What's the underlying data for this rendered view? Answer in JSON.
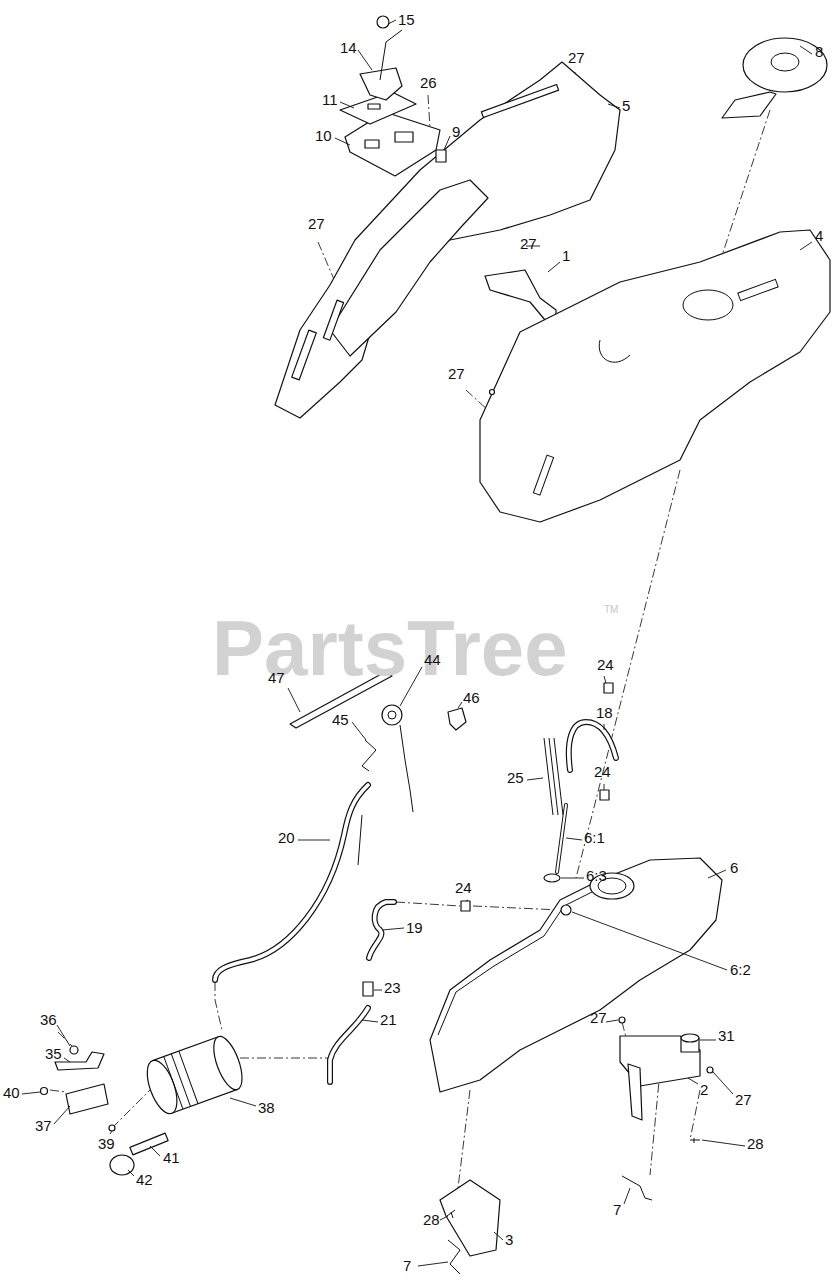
{
  "diagram": {
    "labels": [
      "15",
      "8",
      "14",
      "27",
      "26",
      "11",
      "5",
      "10",
      "9",
      "4",
      "27",
      "1",
      "27",
      "27",
      "PartsTree",
      "TM",
      "24",
      "47",
      "44",
      "46",
      "45",
      "18",
      "24",
      "25",
      "20",
      "6:1",
      "6:3",
      "6",
      "19",
      "24",
      "6:2",
      "23",
      "21",
      "36",
      "35",
      "40",
      "38",
      "37",
      "39",
      "41",
      "42",
      "27",
      "31",
      "2",
      "27",
      "7",
      "28",
      "28",
      "3",
      "7"
    ]
  }
}
